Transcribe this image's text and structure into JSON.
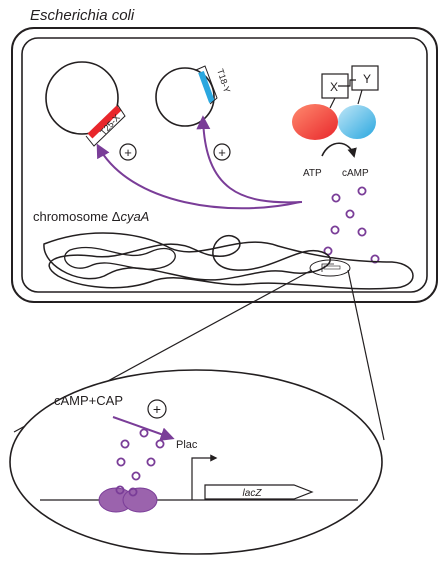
{
  "title": "Escherichia coli",
  "plasmids": [
    {
      "label": "T25-X",
      "tag_color": "#e8262b"
    },
    {
      "label": "T18-Y",
      "tag_color": "#2aa7df"
    }
  ],
  "fusion": {
    "x_label": "X",
    "y_label": "Y",
    "t25_color": "#e8262b",
    "t18_color": "#2aa7df"
  },
  "reaction": {
    "substrate": "ATP",
    "product": "cAMP"
  },
  "chromosome": {
    "label_prefix": "chromosome Δ",
    "label_gene": "cyaA"
  },
  "zoom": {
    "complex_label": "cAMP+CAP",
    "promoter_label": "Plac",
    "gene_label": "lacZ",
    "cap_color": "#9b63ad"
  },
  "plus_symbol": "+",
  "colors": {
    "arrow": "#7a3d98",
    "camp": "#7a3d98",
    "line": "#231f20"
  }
}
